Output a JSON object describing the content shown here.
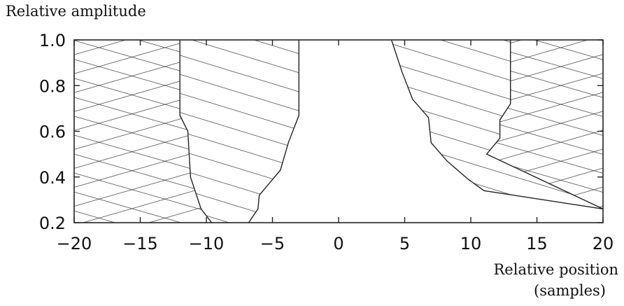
{
  "chart_data": {
    "type": "area",
    "ylabel": "Relative amplitude",
    "xlabel_line1": "Relative position",
    "xlabel_line2": "(samples)",
    "xlim": [
      -20,
      20
    ],
    "ylim": [
      0.2,
      1.0
    ],
    "xticks": [
      -20,
      -15,
      -10,
      -5,
      0,
      5,
      10,
      15,
      20
    ],
    "xtick_labels": [
      "−20",
      "−15",
      "−10",
      "−5",
      "0",
      "5",
      "10",
      "15",
      "20"
    ],
    "yticks": [
      0.2,
      0.4,
      0.6,
      0.8,
      1.0
    ],
    "ytick_labels": [
      "0.2",
      "0.4",
      "0.6",
      "0.8",
      "1.0"
    ],
    "grid": false,
    "boundaries": {
      "outer_left": [
        [
          -12,
          1.0
        ],
        [
          -12,
          0.67
        ],
        [
          -11.4,
          0.6
        ],
        [
          -11.2,
          0.4
        ],
        [
          -10.4,
          0.26
        ],
        [
          -9.6,
          0.2
        ]
      ],
      "inner_left": [
        [
          -3,
          1.0
        ],
        [
          -3,
          0.67
        ],
        [
          -3.8,
          0.55
        ],
        [
          -4.4,
          0.43
        ],
        [
          -6.0,
          0.32
        ],
        [
          -6.1,
          0.26
        ],
        [
          -6.8,
          0.2
        ]
      ],
      "inner_right": [
        [
          4,
          1.0
        ],
        [
          4.8,
          0.86
        ],
        [
          5.6,
          0.74
        ],
        [
          6.8,
          0.66
        ],
        [
          7.0,
          0.55
        ],
        [
          8.2,
          0.47
        ],
        [
          9.8,
          0.39
        ],
        [
          11.0,
          0.34
        ],
        [
          20,
          0.26
        ]
      ],
      "outer_right": [
        [
          13,
          1.0
        ],
        [
          13,
          0.72
        ],
        [
          12.2,
          0.65
        ],
        [
          12.2,
          0.57
        ],
        [
          11.2,
          0.5
        ],
        [
          20,
          0.26
        ]
      ]
    },
    "regions": [
      {
        "name": "",
        "x_range": [
          -20,
          -12
        ],
        "hatch": "crosshatch"
      },
      {
        "name": "",
        "x_range": [
          -12,
          -3
        ],
        "hatch": "diagonal"
      },
      {
        "name": "",
        "x_range": [
          -3,
          4
        ],
        "hatch": "none"
      },
      {
        "name": "",
        "x_range": [
          4,
          13
        ],
        "hatch": "diagonal"
      },
      {
        "name": "",
        "x_range": [
          13,
          20
        ],
        "hatch": "crosshatch"
      }
    ],
    "colors": {
      "line": "#222222",
      "background": "#ffffff"
    }
  }
}
